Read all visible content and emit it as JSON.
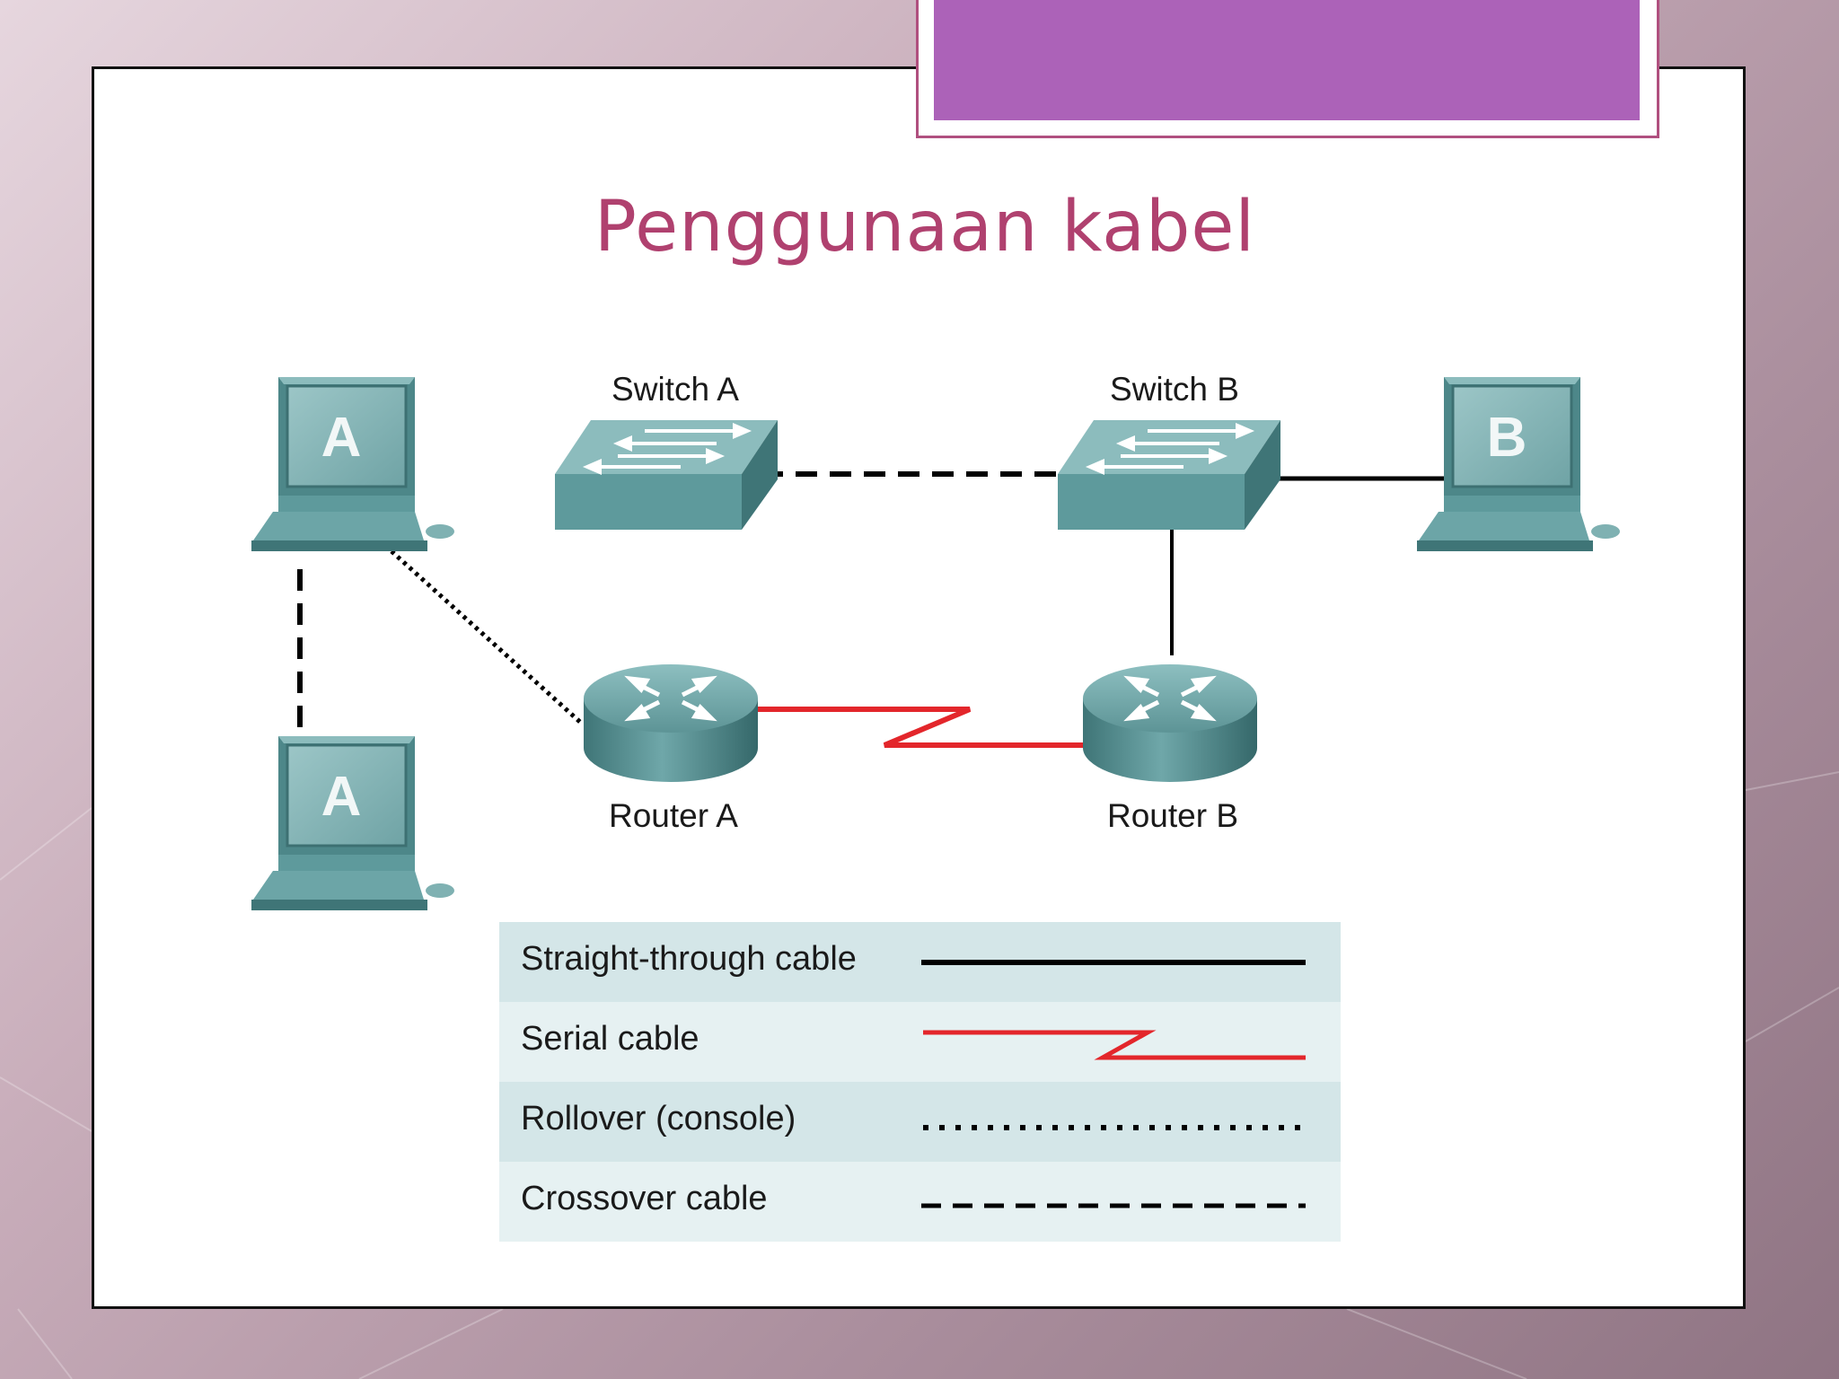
{
  "slide": {
    "title": "Penggunaan kabel"
  },
  "devices": {
    "pc_a_top": {
      "letter": "A"
    },
    "pc_a_bottom": {
      "letter": "A"
    },
    "pc_b": {
      "letter": "B"
    },
    "switch_a": {
      "label": "Switch A"
    },
    "switch_b": {
      "label": "Switch B"
    },
    "router_a": {
      "label": "Router A"
    },
    "router_b": {
      "label": "Router B"
    }
  },
  "legend": {
    "items": [
      {
        "label": "Straight-through cable",
        "style": "solid",
        "color": "#000000"
      },
      {
        "label": "Serial cable",
        "style": "serial",
        "color": "#e3262b"
      },
      {
        "label": "Rollover (console)",
        "style": "dotted",
        "color": "#000000"
      },
      {
        "label": "Crossover cable",
        "style": "dashed",
        "color": "#000000"
      }
    ]
  },
  "colors": {
    "title": "#b0416f",
    "accent_bar": "#ac62b8",
    "device_teal": "#5e9a9c",
    "legend_dark": "#d4e6e8",
    "legend_light": "#e6f1f2"
  }
}
